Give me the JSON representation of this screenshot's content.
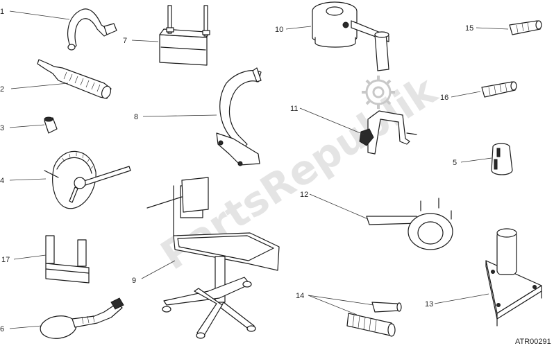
{
  "watermark": {
    "text": "PartsRepublik",
    "logo": "gear-logo-icon",
    "color": "#cfcfcf"
  },
  "reference_code": "ATR00291",
  "callouts": [
    {
      "number": "1"
    },
    {
      "number": "2"
    },
    {
      "number": "3"
    },
    {
      "number": "4"
    },
    {
      "number": "5"
    },
    {
      "number": "6"
    },
    {
      "number": "7"
    },
    {
      "number": "8"
    },
    {
      "number": "9"
    },
    {
      "number": "10"
    },
    {
      "number": "11"
    },
    {
      "number": "12"
    },
    {
      "number": "13"
    },
    {
      "number": "14"
    },
    {
      "number": "15"
    },
    {
      "number": "16"
    },
    {
      "number": "17"
    }
  ]
}
